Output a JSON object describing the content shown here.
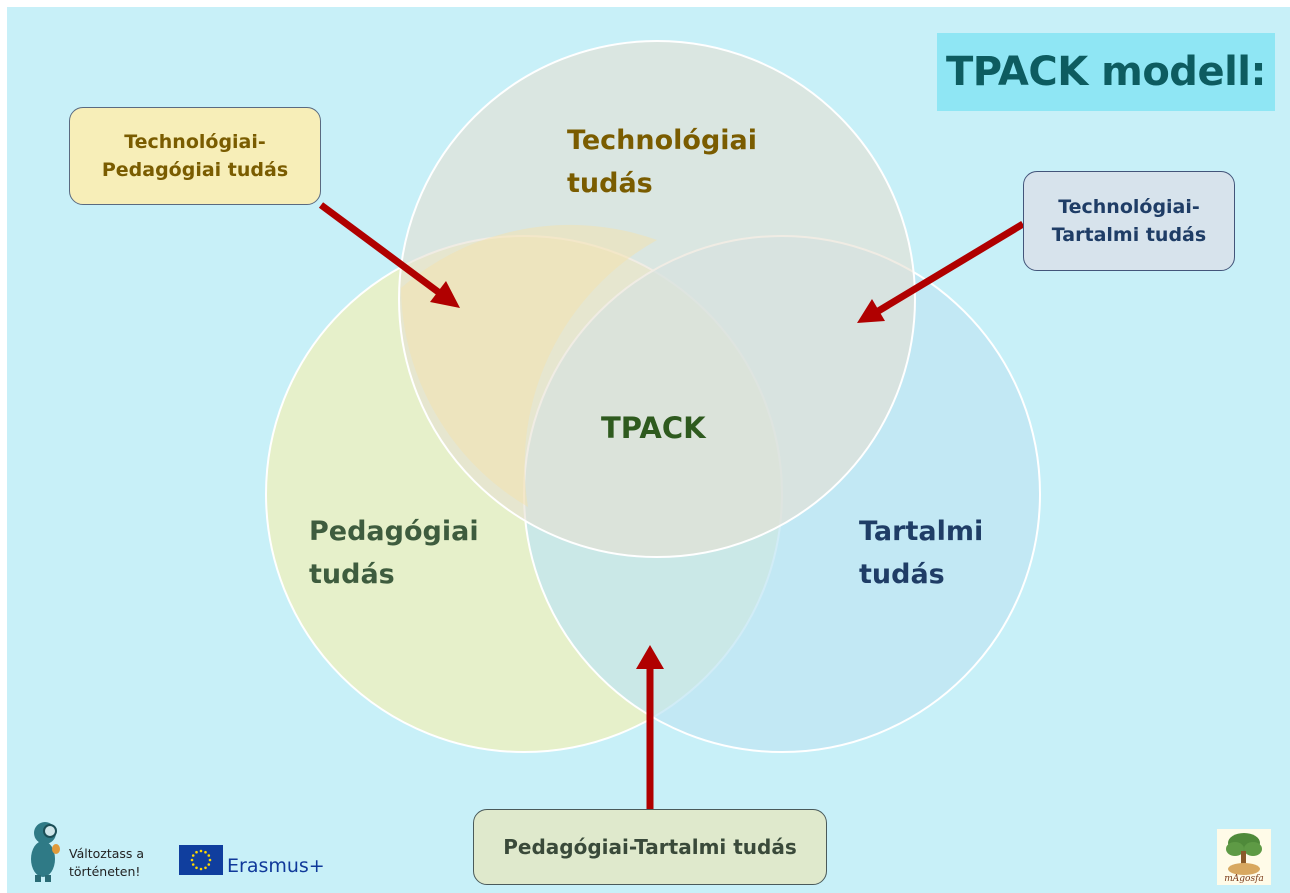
{
  "title": "TPACK modell:",
  "circles": {
    "technology": {
      "line1": "Technológiai",
      "line2": "tudás",
      "color": "#dde4d8"
    },
    "pedagogy": {
      "line1": "Pedagógiai",
      "line2": "tudás",
      "color": "#e8efc7"
    },
    "content": {
      "line1": "Tartalmi",
      "line2": "tudás",
      "color": "#c0e6f2"
    }
  },
  "center": "TPACK",
  "callouts": {
    "tech_ped": {
      "line1": "Technológiai-",
      "line2": "Pedagógiai tudás"
    },
    "tech_cont": {
      "line1": "Technológiai-",
      "line2": "Tartalmi tudás"
    },
    "ped_cont": {
      "text": "Pedagógiai-Tartalmi tudás"
    }
  },
  "arrow_color": "#b00000",
  "footer": {
    "slogan_line1": "Változtass a",
    "slogan_line2": "történeten!",
    "erasmus": "Erasmus+",
    "mascot_icon": "mascot-icon",
    "eu_flag_icon": "eu-flag-icon",
    "logo_icon": "tree-logo-icon",
    "logo_text": "mAgosfa"
  }
}
